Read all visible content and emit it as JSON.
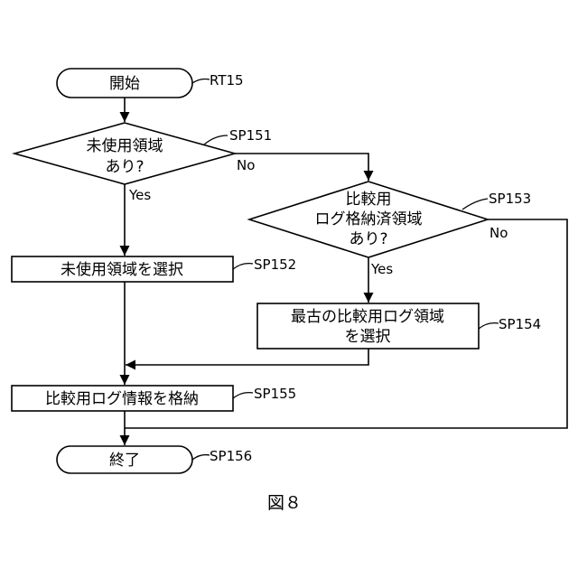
{
  "nodes": {
    "start": "開始",
    "dec1_l1": "未使用領域",
    "dec1_l2": "あり?",
    "sel_unused": "未使用領域を選択",
    "dec2_l1": "比較用",
    "dec2_l2": "ログ格納済領域",
    "dec2_l3": "あり?",
    "sel_oldest_l1": "最古の比較用ログ領域",
    "sel_oldest_l2": "を選択",
    "store": "比較用ログ情報を格納",
    "end": "終了"
  },
  "refs": {
    "rt": "RT15",
    "sp151": "SP151",
    "sp152": "SP152",
    "sp153": "SP153",
    "sp154": "SP154",
    "sp155": "SP155",
    "sp156": "SP156"
  },
  "branches": {
    "dec1_no": "No",
    "dec1_yes": "Yes",
    "dec2_no": "No",
    "dec2_yes": "Yes"
  },
  "caption": "図８"
}
